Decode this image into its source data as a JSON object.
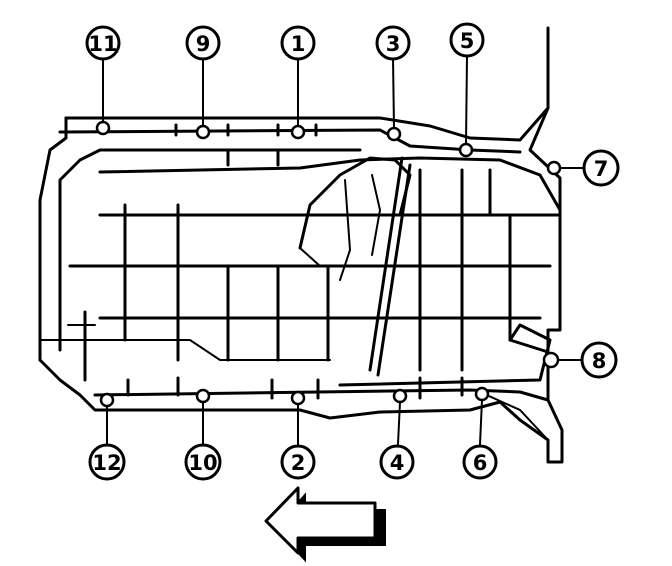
{
  "diagram": {
    "callouts": [
      "11",
      "9",
      "1",
      "3",
      "5",
      "7",
      "8",
      "12",
      "10",
      "2",
      "4",
      "6"
    ],
    "direction_arrow": "left-pointing-arrow"
  }
}
